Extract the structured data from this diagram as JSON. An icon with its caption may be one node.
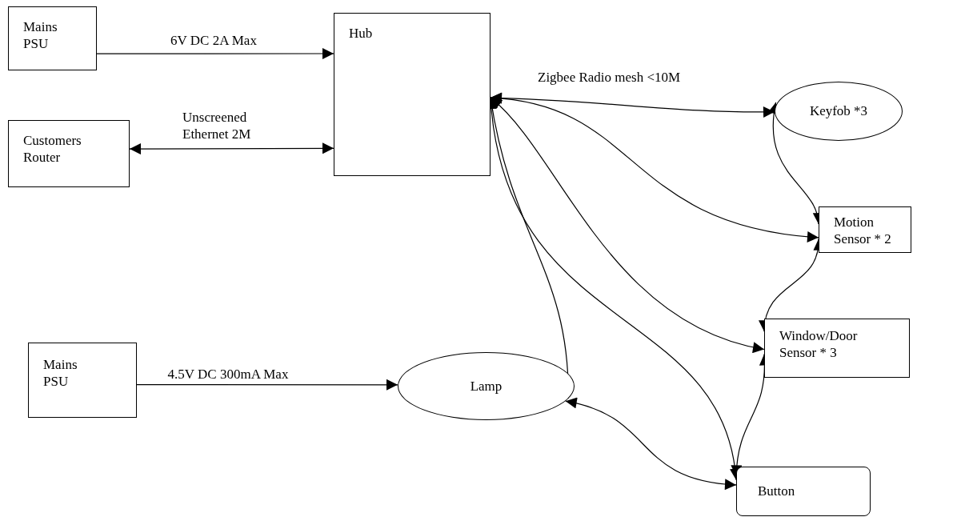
{
  "diagram": {
    "nodes": [
      {
        "text": [
          "Mains PSU"
        ]
      },
      {
        "text": [
          "Hub"
        ]
      },
      {
        "text": [
          "Customers Router"
        ]
      },
      {
        "text": [
          "Keyfob *3"
        ]
      },
      {
        "text": [
          "Motion Sensor * 2"
        ]
      },
      {
        "text": [
          "Window/Door Sensor * 3"
        ]
      },
      {
        "text": [
          "Mains PSU"
        ]
      },
      {
        "text": [
          "Lamp"
        ]
      },
      {
        "text": [
          "Button"
        ]
      }
    ],
    "edges": [
      {
        "from": 0,
        "to": 1,
        "arrow": "to",
        "label": "6V DC 2A Max"
      },
      {
        "from": 2,
        "to": 1,
        "arrow": "both",
        "label": "Unscreened Ethernet 2M"
      },
      {
        "from": 1,
        "to": 3,
        "arrow": "both",
        "label": "Zigbee Radio mesh <10M"
      },
      {
        "from": 1,
        "to": 4,
        "arrow": "both"
      },
      {
        "from": 1,
        "to": 5,
        "arrow": "both"
      },
      {
        "from": 1,
        "to": 7,
        "arrow": "both"
      },
      {
        "from": 1,
        "to": 8,
        "arrow": "both"
      },
      {
        "from": 3,
        "to": 4,
        "arrow": "both"
      },
      {
        "from": 4,
        "to": 5,
        "arrow": "both"
      },
      {
        "from": 5,
        "to": 8,
        "arrow": "both"
      },
      {
        "from": 7,
        "to": 8,
        "arrow": "both"
      },
      {
        "from": 6,
        "to": 7,
        "arrow": "to",
        "label": "4.5V DC 300mA Max"
      }
    ]
  }
}
